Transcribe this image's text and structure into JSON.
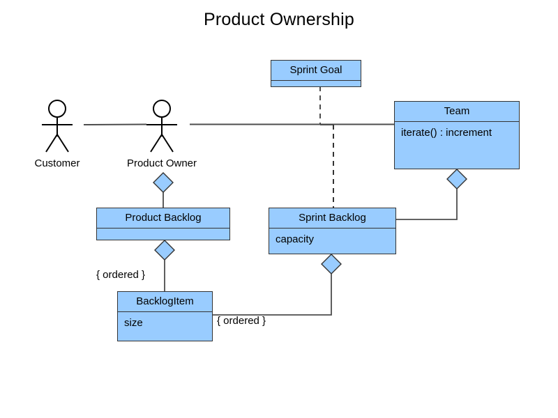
{
  "diagram": {
    "title": "Product Ownership",
    "type": "uml-class-diagram",
    "colors": {
      "box_fill": "#99ccff",
      "box_stroke": "#333333",
      "line": "#4d4d4d",
      "text": "#000000",
      "background": "#ffffff"
    }
  },
  "classes": [
    {
      "id": "sprint-goal",
      "name": "Sprint Goal",
      "members": [],
      "has_empty_compartment": true
    },
    {
      "id": "team",
      "name": "Team",
      "members": [
        "iterate() : increment"
      ],
      "has_empty_compartment": false
    },
    {
      "id": "product-backlog",
      "name": "Product Backlog",
      "members": [],
      "has_empty_compartment": true
    },
    {
      "id": "sprint-backlog",
      "name": "Sprint Backlog",
      "members": [
        "capacity"
      ],
      "has_empty_compartment": false
    },
    {
      "id": "backlog-item",
      "name": "BacklogItem",
      "members": [
        "size"
      ],
      "has_empty_compartment": false
    }
  ],
  "actors": [
    {
      "id": "customer",
      "label": "Customer"
    },
    {
      "id": "product-owner",
      "label": "Product Owner"
    }
  ],
  "constraints": [
    {
      "id": "ordered-product-backlog",
      "label": "{ ordered }"
    },
    {
      "id": "ordered-sprint-backlog",
      "label": "{ ordered }"
    }
  ],
  "relationships": [
    {
      "from": "customer",
      "to": "product-owner",
      "kind": "association"
    },
    {
      "from": "product-owner",
      "to": "team",
      "kind": "association"
    },
    {
      "from": "product-owner",
      "to": "product-backlog",
      "kind": "aggregation"
    },
    {
      "from": "team",
      "to": "sprint-backlog",
      "kind": "aggregation"
    },
    {
      "from": "product-backlog",
      "to": "backlog-item",
      "kind": "aggregation"
    },
    {
      "from": "sprint-backlog",
      "to": "backlog-item",
      "kind": "aggregation"
    },
    {
      "from": "sprint-goal",
      "to": "sprint-backlog",
      "kind": "dependency"
    }
  ]
}
